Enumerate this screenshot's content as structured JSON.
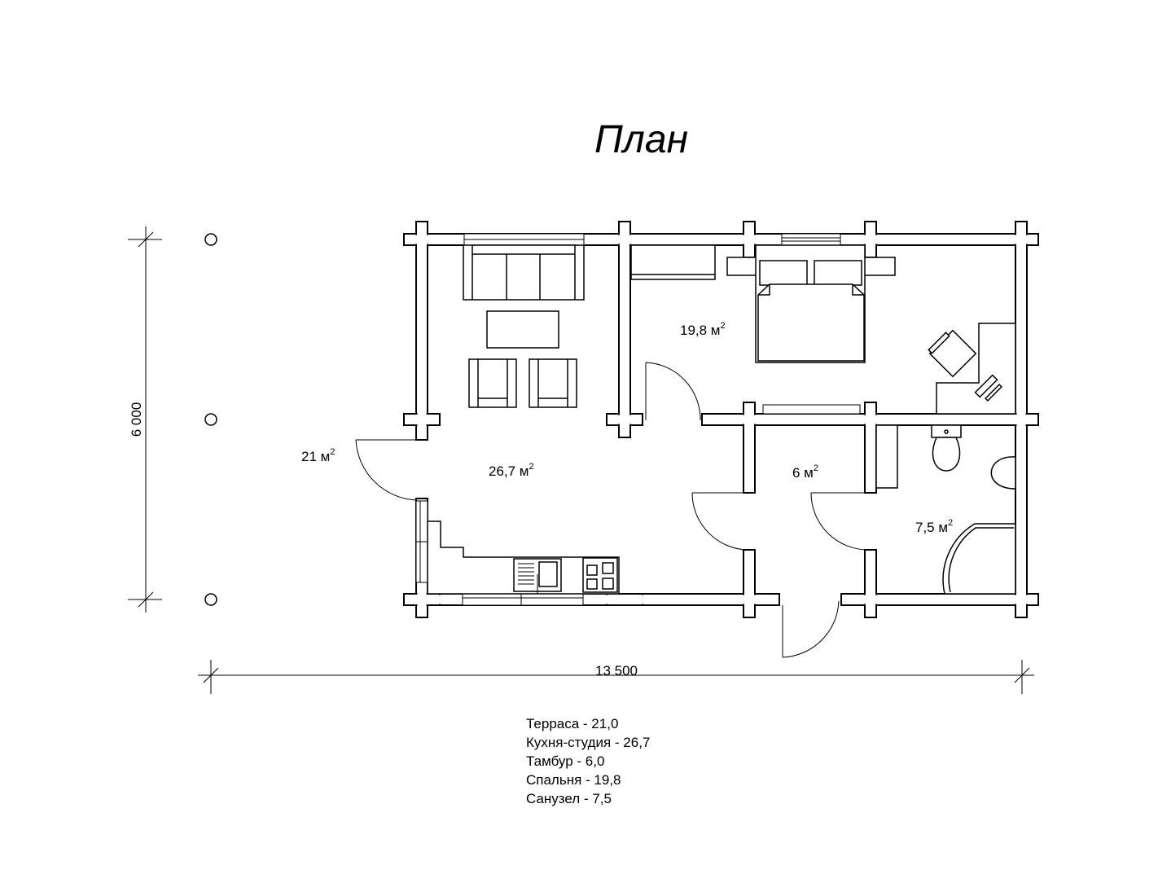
{
  "title": "План",
  "rooms": {
    "terrace": "21 м",
    "kitchen": "26,7 м",
    "bedroom": "19,8 м",
    "vestibule": "6 м",
    "bathroom": "7,5 м",
    "sup": "2"
  },
  "dimensions": {
    "height": "6 000",
    "width": "13 500"
  },
  "legend": [
    "Терраса - 21,0",
    "Кухня-студия - 26,7",
    "Тамбур - 6,0",
    "Спальня - 19,8",
    "Санузел - 7,5"
  ]
}
